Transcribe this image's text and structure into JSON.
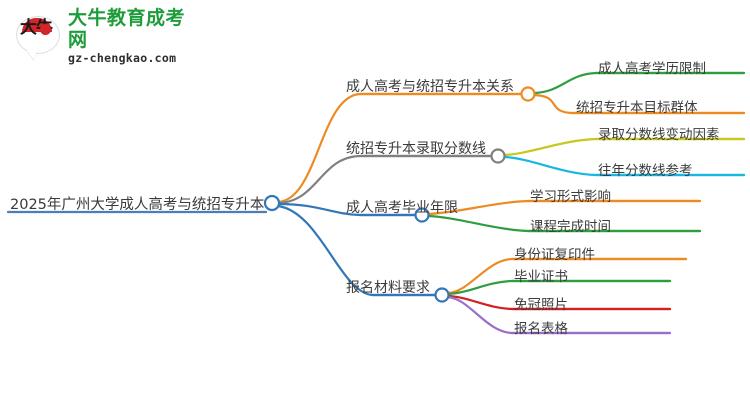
{
  "logo": {
    "mark_glyph": "大牛",
    "title": "大牛教育成考网",
    "subtitle": "gz-chengkao.com",
    "title_color": "#1e9c3a",
    "mark_color": "#d4252a"
  },
  "mindmap": {
    "root": {
      "label": "2025年广州大学成人高考与统招专升本",
      "line_color": "#4a7ebb"
    },
    "branches": [
      {
        "label": "成人高考与统招专升本关系",
        "color": "#ed8b23",
        "children": [
          {
            "label": "成人高考学历限制",
            "color": "#2f9e41"
          },
          {
            "label": "统招专升本目标群体",
            "color": "#ed8b23"
          }
        ]
      },
      {
        "label": "统招专升本录取分数线",
        "color": "#808080",
        "children": [
          {
            "label": "录取分数线变动因素",
            "color": "#c8c81e"
          },
          {
            "label": "往年分数线参考",
            "color": "#16b7e0"
          }
        ]
      },
      {
        "label": "成人高考毕业年限",
        "color": "#3277b8",
        "children": [
          {
            "label": "学习形式影响",
            "color": "#ed8b23"
          },
          {
            "label": "课程完成时间",
            "color": "#2f9e41"
          }
        ]
      },
      {
        "label": "报名材料要求",
        "color": "#3277b8",
        "children": [
          {
            "label": "身份证复印件",
            "color": "#ed8b23"
          },
          {
            "label": "毕业证书",
            "color": "#2f9e41"
          },
          {
            "label": "免冠照片",
            "color": "#d32020"
          },
          {
            "label": "报名表格",
            "color": "#9b6fc9"
          }
        ]
      }
    ]
  }
}
